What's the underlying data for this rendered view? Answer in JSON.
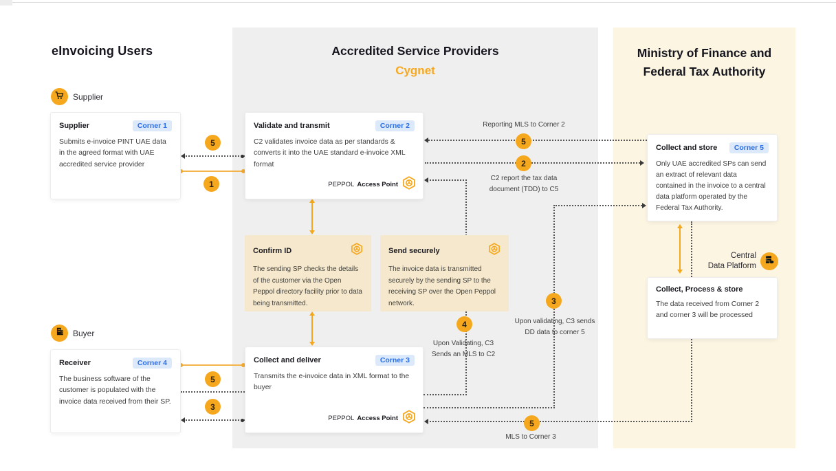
{
  "header": {
    "left_title": "eInvoicing Users",
    "middle_title": "Accredited Service Providers",
    "middle_subtitle": "Cygnet",
    "right_title": "Ministry of Finance and Federal Tax Authority"
  },
  "actors": {
    "supplier": "Supplier",
    "buyer": "Buyer"
  },
  "cards": {
    "supplier": {
      "title": "Supplier",
      "badge": "Corner 1",
      "body": "Submits e-invoice PINT UAE data in the agreed format with UAE accredited service provider"
    },
    "validate": {
      "title": "Validate and transmit",
      "badge": "Corner 2",
      "body": "C2 validates invoice data as per standards & converts it into the UAE standard e-invoice XML format",
      "footer_normal": "PEPPOL",
      "footer_bold": "Access Point"
    },
    "confirm_id": {
      "title": "Confirm ID",
      "body": "The sending SP checks the details of the customer via the Open Peppol directory facility prior to data being transmitted."
    },
    "send_securely": {
      "title": "Send securely",
      "body": "The invoice data is transmitted securely by the sending SP to the receiving SP over the Open Peppol network."
    },
    "collect_deliver": {
      "title": "Collect and deliver",
      "badge": "Corner 3",
      "body": "Transmits the e-invoice data in XML format to the buyer",
      "footer_normal": "PEPPOL",
      "footer_bold": "Access Point"
    },
    "receiver": {
      "title": "Receiver",
      "badge": "Corner 4",
      "body": "The business software of the customer is populated with the invoice data received from their SP."
    },
    "collect_store": {
      "title": "Collect and store",
      "badge": "Corner 5",
      "body": "Only UAE accredited SPs can send an extract of relevant data contained in the invoice to a central data platform operated by the Federal Tax Authority."
    },
    "collect_process": {
      "title": "Collect, Process & store",
      "body": "The data received from Corner 2 and corner 3 will be processed"
    }
  },
  "platform": {
    "line1": "Central",
    "line2": "Data Platform"
  },
  "flow_labels": {
    "reporting_mls": "Reporting MLS to Corner 2",
    "tdd_line1": "C2 report the tax data",
    "tdd_line2": "document (TDD) to C5",
    "dd_line1": "Upon validating, C3 sends",
    "dd_line2": "DD data to corner 5",
    "mls_c2_line1": "Upon Validating, C3",
    "mls_c2_line2": "Sends an MLS to C2",
    "mls_c3": "MLS to Corner 3"
  },
  "steps": {
    "top_left_5": "5",
    "top_left_1": "1",
    "c2c5_5": "5",
    "c2c5_2": "2",
    "dd_3": "3",
    "mls_4": "4",
    "bottom_left_5": "5",
    "bottom_left_3": "3",
    "mls_c3_5": "5"
  },
  "colors": {
    "accent_orange": "#F5A81E",
    "cygnet_orange": "#F6A81F",
    "badge_text_blue": "#2B6FE3",
    "badge_bg_blue": "#DCE9FB",
    "column_gray": "#EFEFEF",
    "column_cream": "#FCF5E2",
    "panel_beige": "#F6E8CC"
  }
}
